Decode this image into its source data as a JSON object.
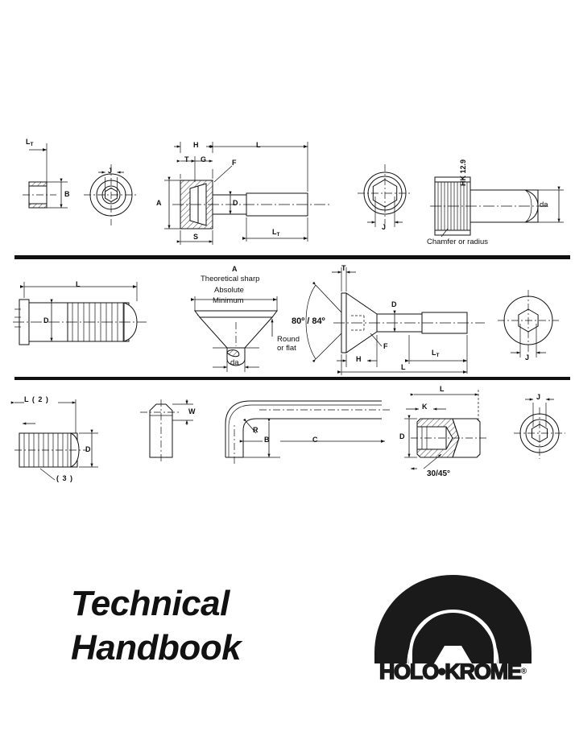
{
  "document": {
    "title_line_1": "Technical",
    "title_line_2": "Handbook"
  },
  "brand": {
    "wordmark": "HOLO•KROME",
    "registered_mark": "®",
    "logo_shape": "arch-with-hex-socket"
  },
  "figures": {
    "row1": {
      "name": "socket-head-cap-screw",
      "fig_a_end_view": {
        "name": "cap-screw-end-section",
        "labels": {
          "lt": "L",
          "lt_sub": "T",
          "b": "B"
        }
      },
      "fig_b_top_view": {
        "name": "cap-screw-top-view",
        "labels": {
          "j": "J"
        }
      },
      "fig_c_side_view": {
        "name": "cap-screw-side-view",
        "labels": {
          "h": "H",
          "l": "L",
          "t": "T",
          "g": "G",
          "f": "F",
          "a": "A",
          "d": "D",
          "s": "S",
          "lt": "L",
          "lt_sub": "T"
        }
      },
      "fig_d_socket_view": {
        "name": "hex-socket-top-view",
        "labels": {
          "j": "J"
        }
      },
      "fig_e_knurled_head": {
        "name": "knurled-head-screw",
        "labels": {
          "grade_mark": "HK 12.9",
          "callout": "Chamfer or radius",
          "da": "da"
        }
      }
    },
    "row2": {
      "name": "flat-head-socket-cap-screw",
      "fig_a_threaded_screw": {
        "name": "low-head-screw-side-view",
        "labels": {
          "l": "L",
          "d": "D"
        }
      },
      "fig_b_countersink_detail": {
        "name": "countersink-head-detail",
        "labels": {
          "a": "A",
          "theoretical": "Theoretical sharp",
          "absolute": "Absolute",
          "minimum": "Minimum",
          "round_or_flat": "Round\nor flat",
          "da": "da"
        }
      },
      "fig_c_flat_head": {
        "name": "flat-head-screw-side-view",
        "labels": {
          "angle": "80º / 84º",
          "t": "T",
          "d": "D",
          "f": "F",
          "h": "H",
          "l": "L",
          "lt": "L",
          "lt_sub": "T"
        }
      },
      "fig_d_socket_view": {
        "name": "flat-head-socket-top-view",
        "labels": {
          "j": "J"
        }
      }
    },
    "row3": {
      "name": "set-screw-and-hex-key",
      "fig_a_threaded_stud": {
        "name": "fully-threaded-stud",
        "labels": {
          "l2": "L ( 2 )",
          "d": "D",
          "note3": "( 3 )"
        }
      },
      "fig_b_key_end": {
        "name": "hex-key-end-view",
        "labels": {
          "w": "W"
        }
      },
      "fig_c_hex_key": {
        "name": "hex-key-side-view",
        "labels": {
          "r": "R",
          "b": "B",
          "c": "C"
        }
      },
      "fig_d_set_screw": {
        "name": "socket-set-screw-section",
        "labels": {
          "l": "L",
          "k": "K",
          "d": "D",
          "chamfer": "30/45°"
        }
      },
      "fig_e_set_screw_end": {
        "name": "set-screw-end-view",
        "labels": {
          "j": "J"
        }
      }
    }
  },
  "separators": {
    "bar_1": "divider-bar",
    "bar_2": "divider-bar"
  },
  "colors": {
    "ink": "#111111",
    "paper": "#ffffff"
  }
}
